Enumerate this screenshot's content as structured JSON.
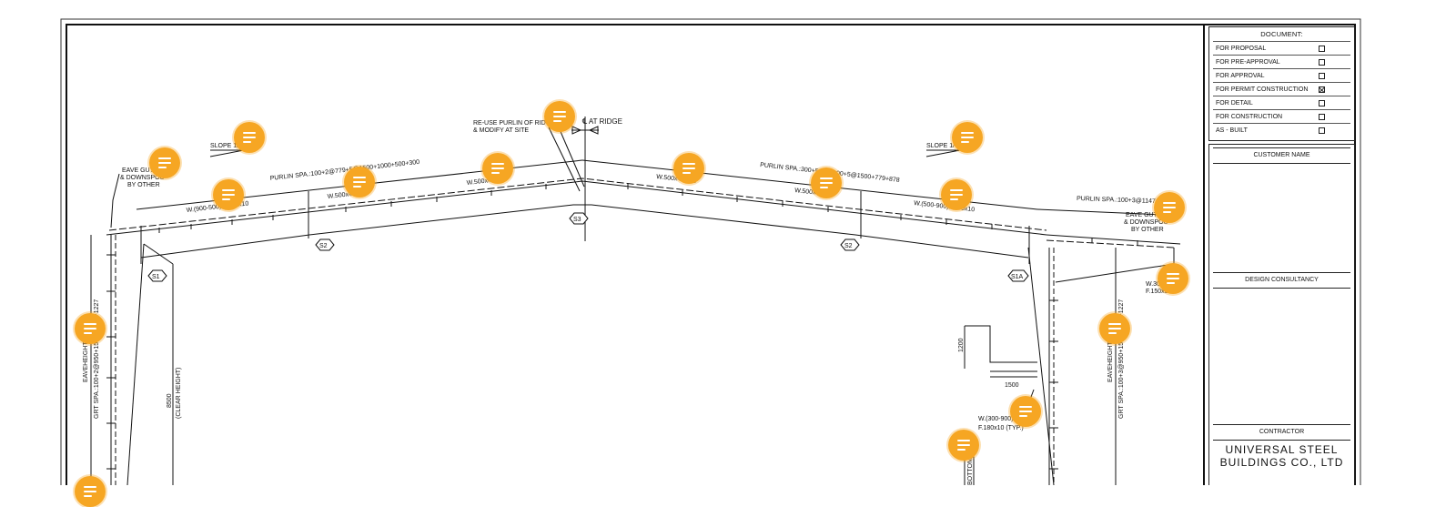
{
  "titleblock": {
    "document_label": "DOCUMENT:",
    "items": [
      {
        "label": "FOR PROPOSAL",
        "checked": false
      },
      {
        "label": "FOR PRE-APPROVAL",
        "checked": false
      },
      {
        "label": "FOR APPROVAL",
        "checked": false
      },
      {
        "label": "FOR PERMIT CONSTRUCTION",
        "checked": true
      },
      {
        "label": "FOR DETAIL",
        "checked": false
      },
      {
        "label": "FOR CONSTRUCTION",
        "checked": false
      },
      {
        "label": "AS - BUILT",
        "checked": false
      }
    ],
    "customer_label": "CUSTOMER NAME",
    "design_label": "DESIGN CONSULTANCY",
    "contractor_label": "CONTRACTOR",
    "company_line1": "UNIVERSAL STEEL",
    "company_line2": "BUILDINGS CO., LTD"
  },
  "drawing": {
    "slope_left": "SLOPE 1/",
    "slope_right": "SLOPE 1/",
    "ridge_note1": "RE-USE PURLIN OF RIDGE",
    "ridge_note2": "& MODIFY AT SITE",
    "at_ridge": "℄ AT RIDGE",
    "eave_left1": "EAVE GUTTE",
    "eave_left2": "& DOWNSPOU",
    "eave_left3": "BY OTHER",
    "eave_right1": "EAVE GUTTE",
    "eave_right2": "& DOWNSPOU",
    "eave_right3": "BY OTHER",
    "purlin_left": "PURLIN SPA.:100+2@779+5@1500+1000+500+300",
    "purlin_right": "PURLIN SPA.:300+500+1000+5@1500+779+878",
    "purlin_far_right": "PURLIN SPA.:100+3@1147+",
    "beam_l1": "W.(900-500)x..180x10",
    "beam_l2": "W.500x4...0x6",
    "beam_l3": "W.500x4...0x8",
    "beam_r1": "W.500x4...0x8",
    "beam_r2": "W.500x4...0x6",
    "beam_r3": "W.(500-900)...180x10",
    "tag_s1": "S1",
    "tag_s2": "S2",
    "tag_s3": "S3",
    "tag_s1a": "S1A",
    "eave_height_left": "EAVEHEIGHT:",
    "grt_left": "GRT SPA.:100+2@950+1570+1500+1227",
    "eave_height_right": "EAVEHEIGHT:",
    "grt_right": "GRT SPA.:100+3@950+1570+1500+1227",
    "clear_height": "8500",
    "clear_height_label": "(CLEAR HEIGHT)",
    "dim_1200": "1200",
    "dim_1500": "1500",
    "canopy_beam1": "W.300...",
    "canopy_beam2": "F.150x5",
    "bottom_beam1": "W.(300-900)...",
    "bottom_beam2": "F.180x10 (TYP.)",
    "bottom_label": "BOTTOM BEAM"
  },
  "comments": [
    {
      "id": "c1"
    },
    {
      "id": "c2"
    },
    {
      "id": "c3"
    },
    {
      "id": "c4"
    },
    {
      "id": "c5"
    },
    {
      "id": "c6"
    },
    {
      "id": "c7"
    },
    {
      "id": "c8"
    },
    {
      "id": "c9"
    },
    {
      "id": "c10"
    },
    {
      "id": "c11"
    },
    {
      "id": "c12"
    },
    {
      "id": "c13"
    },
    {
      "id": "c14"
    },
    {
      "id": "c15"
    },
    {
      "id": "c16"
    },
    {
      "id": "c17"
    }
  ]
}
